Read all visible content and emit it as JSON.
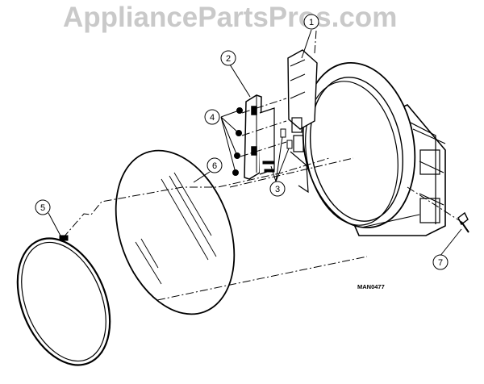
{
  "watermark": "AppliancePartsPros.com",
  "drawing_code": "MAN0477",
  "callouts": {
    "c1": "1",
    "c2": "2",
    "c3": "3",
    "c4": "4",
    "c5": "5",
    "c6": "6",
    "c7": "7"
  },
  "colors": {
    "ink": "#000000",
    "watermark": "#c9c9c9",
    "background": "#ffffff"
  }
}
